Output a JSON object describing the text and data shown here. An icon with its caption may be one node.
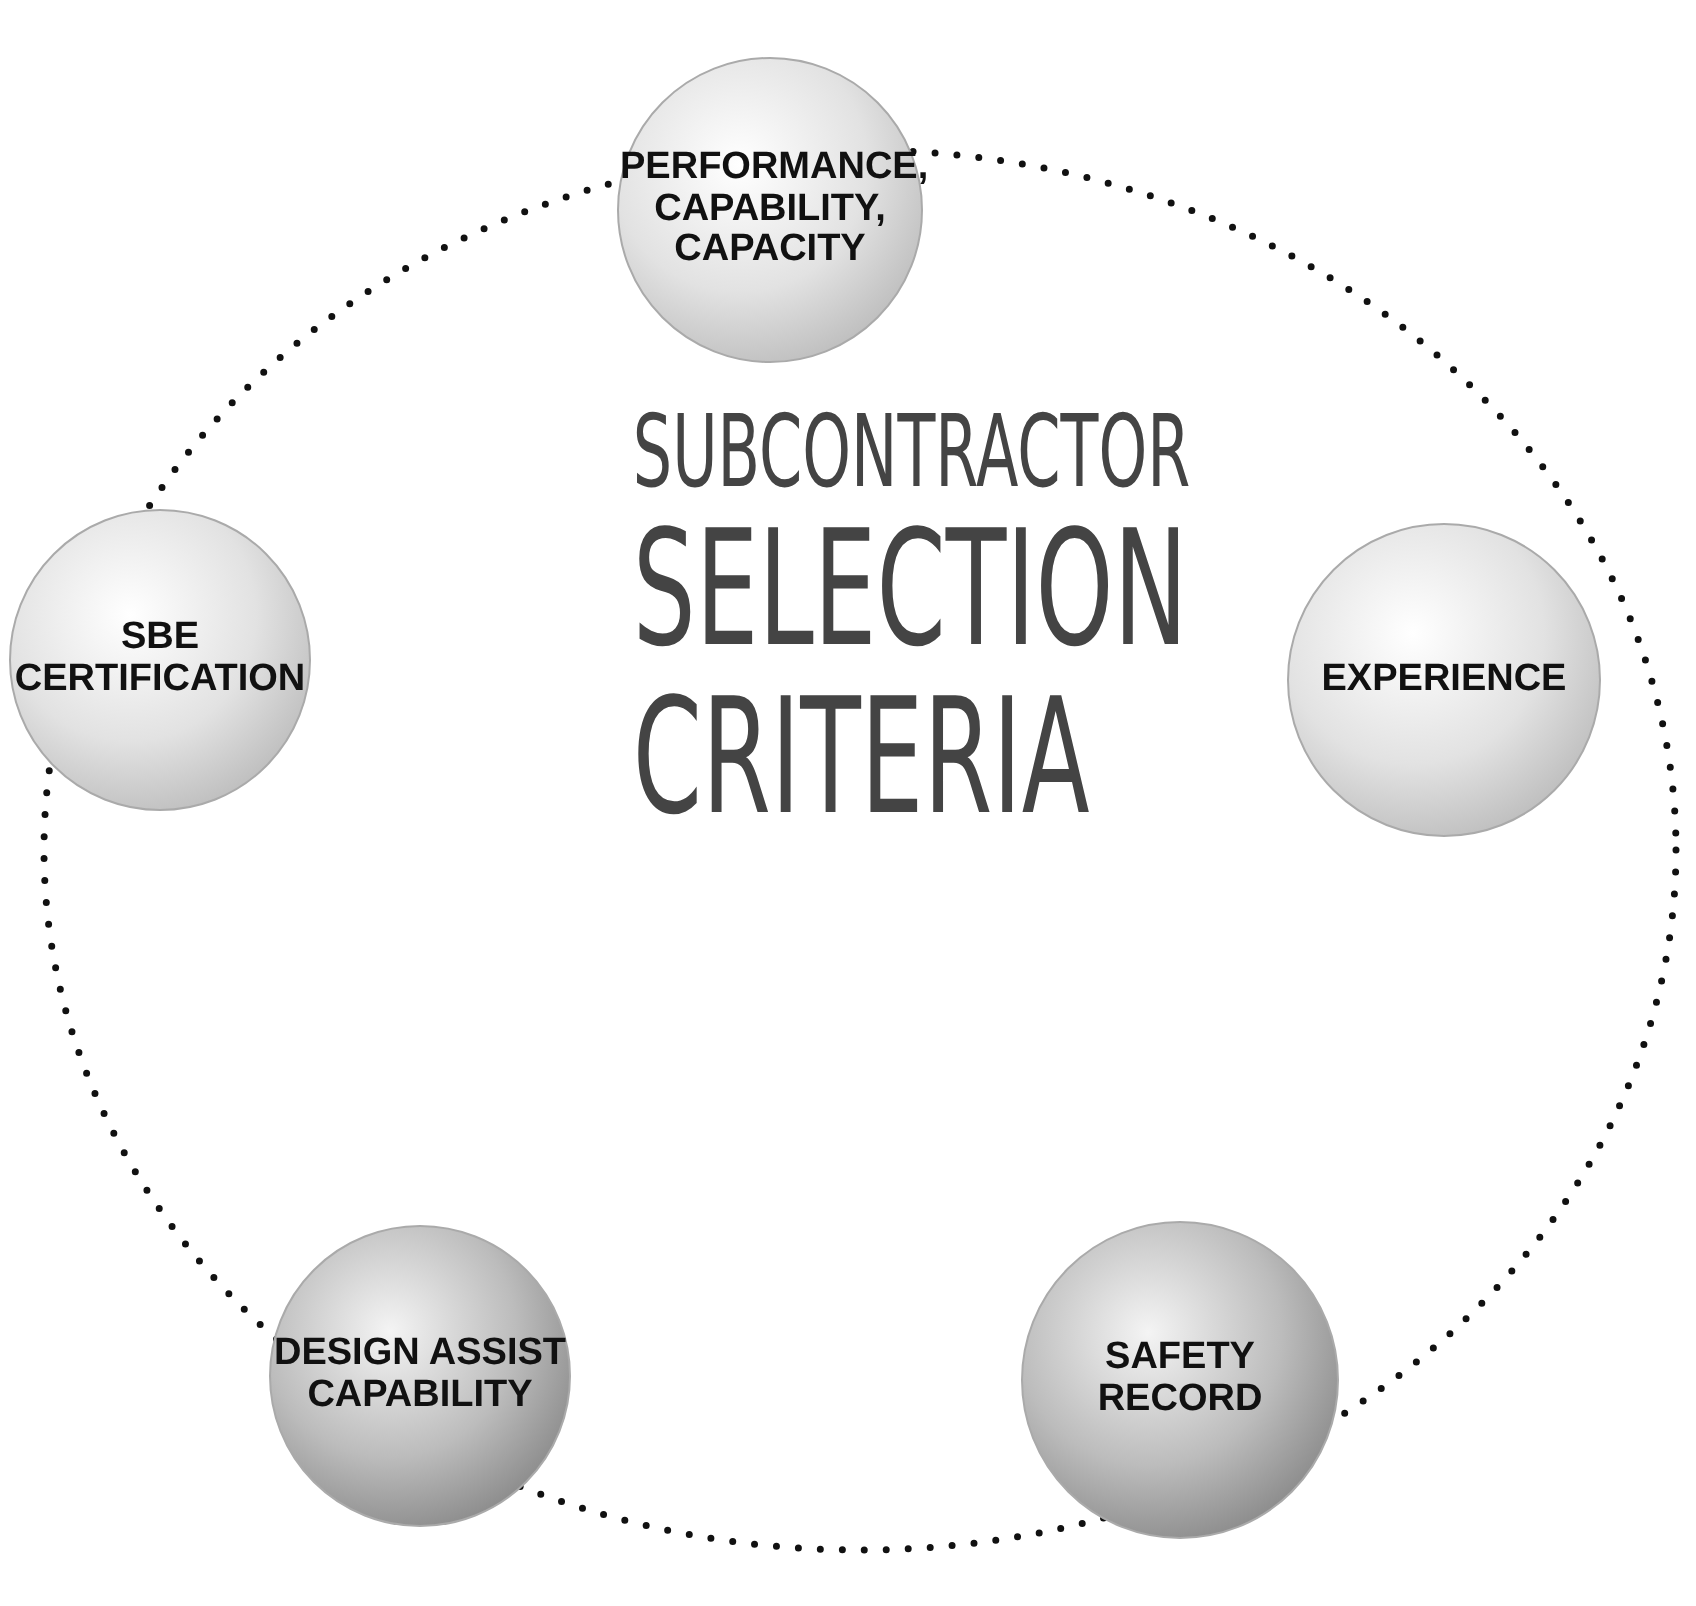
{
  "diagram": {
    "title": "SUBCONTRACTOR SELECTION CRITERIA",
    "nodes": [
      {
        "text": [
          "PERFORMANCE, CAPABILITY, CAPACITY"
        ]
      },
      {
        "text": [
          "SBE CERTIFICATION"
        ]
      },
      {
        "text": [
          "EXPERIENCE"
        ]
      },
      {
        "text": [
          "DESIGN ASSIST CAPABILITY"
        ]
      },
      {
        "text": [
          "SAFETY RECORD"
        ]
      }
    ]
  }
}
